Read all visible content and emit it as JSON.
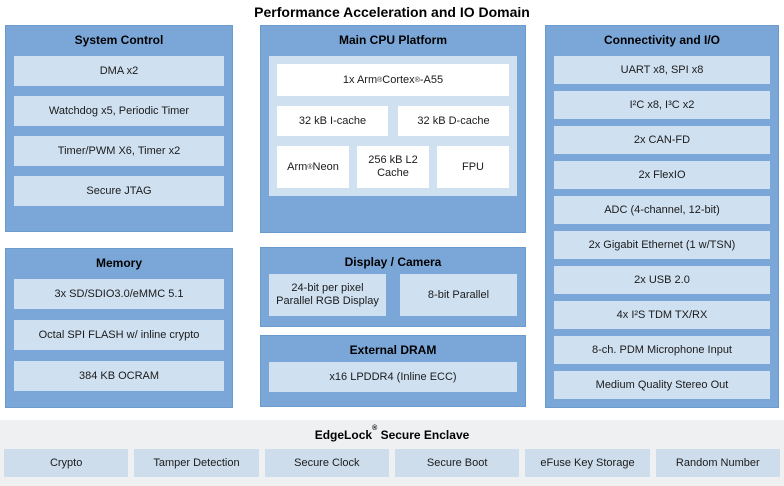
{
  "title": "Performance Acceleration and IO Domain",
  "system_control": {
    "title": "System Control",
    "items": [
      "DMA x2",
      "Watchdog x5, Periodic Timer",
      "Timer/PWM X6, Timer x2",
      "Secure JTAG"
    ]
  },
  "memory": {
    "title": "Memory",
    "items": [
      "3x SD/SDIO3.0/eMMC 5.1",
      "Octal SPI FLASH w/ inline crypto",
      "384 KB OCRAM"
    ]
  },
  "main_cpu": {
    "title": "Main CPU Platform",
    "core": "1x Arm® Cortex®-A55",
    "caches": [
      "32 kB I-cache",
      "32 kB D-cache"
    ],
    "units": [
      "Arm® Neon",
      "256 kB L2 Cache",
      "FPU"
    ]
  },
  "display_camera": {
    "title": "Display / Camera",
    "items": [
      "24-bit per pixel Parallel RGB Display",
      "8-bit Parallel"
    ]
  },
  "external_dram": {
    "title": "External DRAM",
    "items": [
      "x16 LPDDR4 (Inline ECC)"
    ]
  },
  "connectivity": {
    "title": "Connectivity and I/O",
    "items": [
      "UART x8, SPI x8",
      "I²C x8, I³C x2",
      "2x CAN-FD",
      "2x FlexIO",
      "ADC (4-channel, 12-bit)",
      "2x Gigabit Ethernet (1 w/TSN)",
      "2x USB 2.0",
      "4x I²S TDM TX/RX",
      "8-ch. PDM Microphone Input",
      "Medium Quality Stereo Out"
    ]
  },
  "secure_enclave": {
    "title": "EdgeLock® Secure Enclave",
    "items": [
      "Crypto",
      "Tamper Detection",
      "Secure Clock",
      "Secure Boot",
      "eFuse Key Storage",
      "Random Number"
    ]
  },
  "colors": {
    "panel_blue": "#7ba7d8",
    "panel_border": "#6b9cce",
    "item_light_blue": "#cfe0f1",
    "white_box": "#ffffff",
    "enclave_band_gray": "#eef0f1",
    "enclave_box_blue": "#cdddec"
  }
}
